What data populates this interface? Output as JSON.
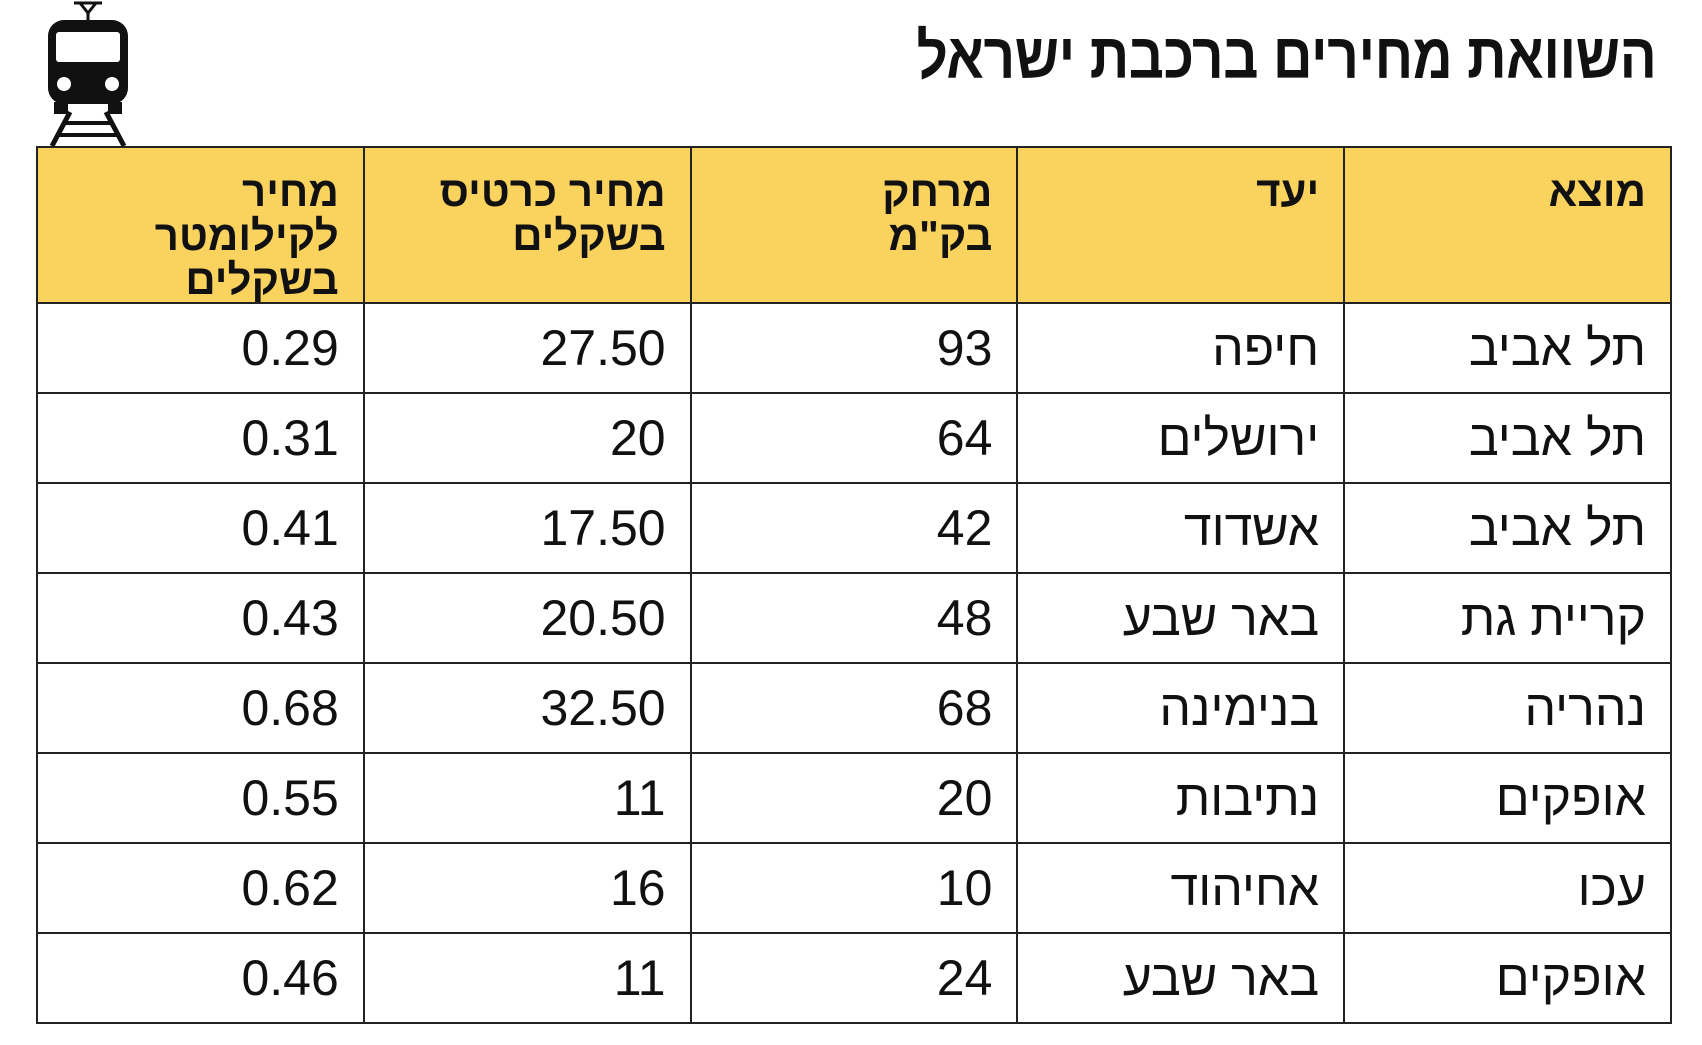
{
  "title": "השוואת מחירים ברכבת ישראל",
  "icon": "train-icon",
  "colors": {
    "header_bg": "#fad35f",
    "border": "#222222",
    "text": "#111111"
  },
  "chart_data": {
    "type": "table",
    "title": "השוואת מחירים ברכבת ישראל",
    "columns": [
      "מוצא",
      "יעד",
      "מרחק בק\"מ",
      "מחיר כרטיס בשקלים",
      "מחיר לקילומטר בשקלים"
    ],
    "header_lines": [
      [
        "מוצא"
      ],
      [
        "יעד"
      ],
      [
        "מרחק",
        "בק\"מ"
      ],
      [
        "מחיר כרטיס",
        "בשקלים"
      ],
      [
        "מחיר לקילומטר",
        "בשקלים"
      ]
    ],
    "rows": [
      [
        "תל אביב",
        "חיפה",
        "93",
        "27.50",
        "0.29"
      ],
      [
        "תל אביב",
        "ירושלים",
        "64",
        "20",
        "0.31"
      ],
      [
        "תל אביב",
        "אשדוד",
        "42",
        "17.50",
        "0.41"
      ],
      [
        "קריית גת",
        "באר שבע",
        "48",
        "20.50",
        "0.43"
      ],
      [
        "נהריה",
        "בנימינה",
        "68",
        "32.50",
        "0.68"
      ],
      [
        "אופקים",
        "נתיבות",
        "20",
        "11",
        "0.55"
      ],
      [
        "עכו",
        "אחיהוד",
        "10",
        "16",
        "0.62"
      ],
      [
        "אופקים",
        "באר שבע",
        "24",
        "11",
        "0.46"
      ]
    ]
  }
}
